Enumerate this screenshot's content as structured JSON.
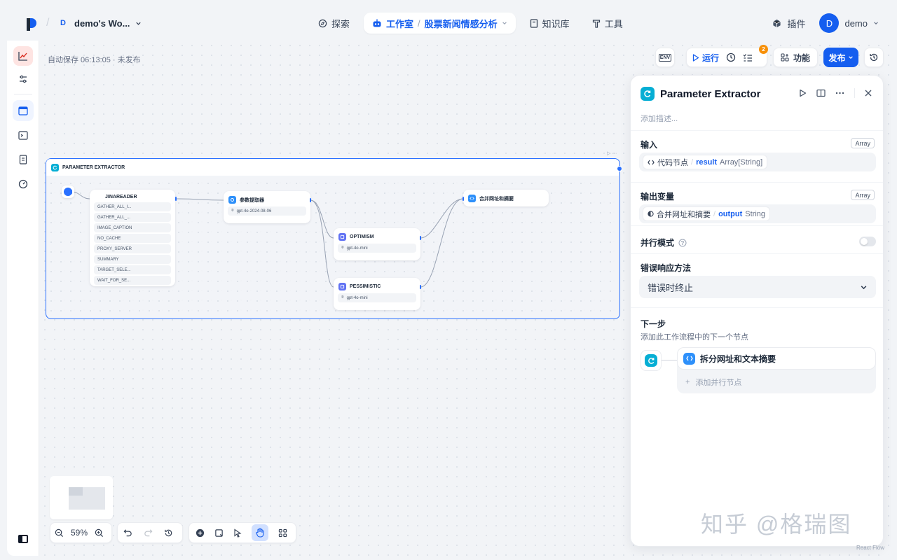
{
  "workspace": {
    "initial": "D",
    "name": "demo's Wo..."
  },
  "nav": {
    "explore": "探索",
    "studio": "工作室",
    "app_name": "股票新闻情感分析",
    "knowledge": "知识库",
    "tools": "工具"
  },
  "header_right": {
    "plugins": "插件",
    "user_initial": "D",
    "user_name": "demo"
  },
  "canvas": {
    "autosave": "自动保存 06:13:05 · 未发布",
    "env": "ENV",
    "run": "运行",
    "checklist_count": "2",
    "features": "功能",
    "publish": "发布"
  },
  "group": {
    "title": "PARAMETER EXTRACTOR",
    "jinareader": {
      "title": "JINAREADER",
      "params": [
        "GATHER_ALL_I...",
        "GATHER_ALL_...",
        "IMAGE_CAPTION",
        "NO_CACHE",
        "PROXY_SERVER",
        "SUMMARY",
        "TARGET_SELE...",
        "WAIT_FOR_SE..."
      ]
    },
    "extractor": {
      "title": "参数提取器",
      "model": "gpt-4o-2024-08-06"
    },
    "optimism": {
      "title": "OPTIMISM",
      "model": "gpt-4o-mini"
    },
    "pessimistic": {
      "title": "PESSIMISTIC",
      "model": "gpt-4o-mini"
    },
    "merge": {
      "title": "合并网址和摘要"
    }
  },
  "panel": {
    "title": "Parameter Extractor",
    "desc_placeholder": "添加描述...",
    "input_label": "输入",
    "input_type": "Array",
    "input_var": {
      "node": "代码节点",
      "name": "result",
      "type": "Array[String]"
    },
    "output_label": "输出变量",
    "output_type": "Array",
    "output_var": {
      "node": "合并网址和摘要",
      "name": "output",
      "type": "String"
    },
    "parallel_label": "并行模式",
    "parallel_enabled": false,
    "error_label": "错误响应方法",
    "error_value": "错误时终止",
    "next_label": "下一步",
    "next_sub": "添加此工作流程中的下一个节点",
    "next_node": "拆分网址和文本摘要",
    "add_parallel": "添加并行节点"
  },
  "bottom": {
    "zoom": "59%"
  },
  "watermark": "知乎 @格瑞图",
  "attribution": "React Flow",
  "colors": {
    "accent": "#155eef",
    "iteration": "#06aed4",
    "llm": "#6172f3",
    "warning": "#f79009"
  }
}
